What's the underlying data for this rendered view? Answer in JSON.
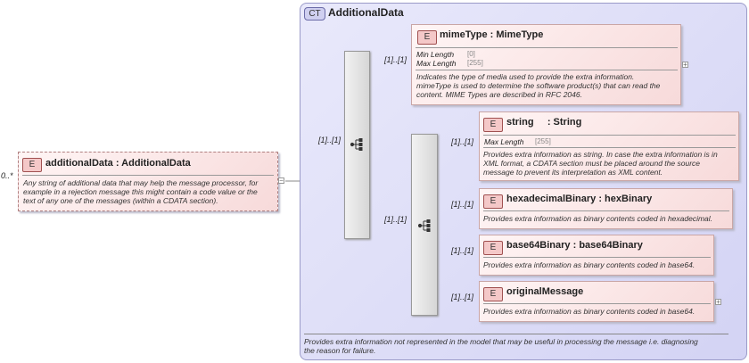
{
  "root": {
    "cardinality": "0..*",
    "badge": "E",
    "title": "additionalData : AdditionalData",
    "doc_lines": [
      "Any string of additional data that may help the message processor, for",
      "example in a rejection message this might contain a code value or the",
      "text of any one of the messages (within a CDATA section)."
    ],
    "collapse": "−"
  },
  "complex_type": {
    "badge": "CT",
    "title": "AdditionalData",
    "doc_lines": [
      "Provides extra information not represented in the model that may be useful in processing the message i.e. diagnosing",
      "the reason for failure."
    ]
  },
  "outer_sequence": {
    "cardinality": "[1]..[1]"
  },
  "inner_sequence": {
    "cardinality": "[1]..[1]"
  },
  "elements": {
    "mime": {
      "badge": "E",
      "title": "mimeType : MimeType",
      "cardinality": "[1]..[1]",
      "facets": [
        {
          "name": "Min Length",
          "value": "[0]"
        },
        {
          "name": "Max Length",
          "value": "[255]"
        }
      ],
      "doc_lines": [
        "Indicates the type of media used to provide the extra information.",
        "mimeType is used to determine the software product(s) that can read the",
        "content. MIME Types are described in RFC 2046."
      ],
      "expand": "+"
    },
    "string": {
      "badge": "E",
      "title": "string     : String",
      "cardinality": "[1]..[1]",
      "facets": [
        {
          "name": "Max Length",
          "value": "[255]"
        }
      ],
      "doc_lines": [
        "Provides extra information as string. In case the extra information is in",
        "XML format, a CDATA section must be placed around the source",
        "message to prevent its interpretation as XML content."
      ]
    },
    "hex": {
      "badge": "E",
      "title": "hexadecimalBinary : hexBinary",
      "cardinality": "[1]..[1]",
      "doc_lines": [
        "Provides extra information as binary contents coded in hexadecimal."
      ]
    },
    "b64": {
      "badge": "E",
      "title": "base64Binary : base64Binary",
      "cardinality": "[1]..[1]",
      "doc_lines": [
        "Provides extra information as binary contents coded in base64."
      ]
    },
    "orig": {
      "badge": "E",
      "title": "originalMessage",
      "cardinality": "[1]..[1]",
      "doc_lines": [
        "Provides extra information as binary contents coded in base64."
      ],
      "expand": "+"
    }
  }
}
